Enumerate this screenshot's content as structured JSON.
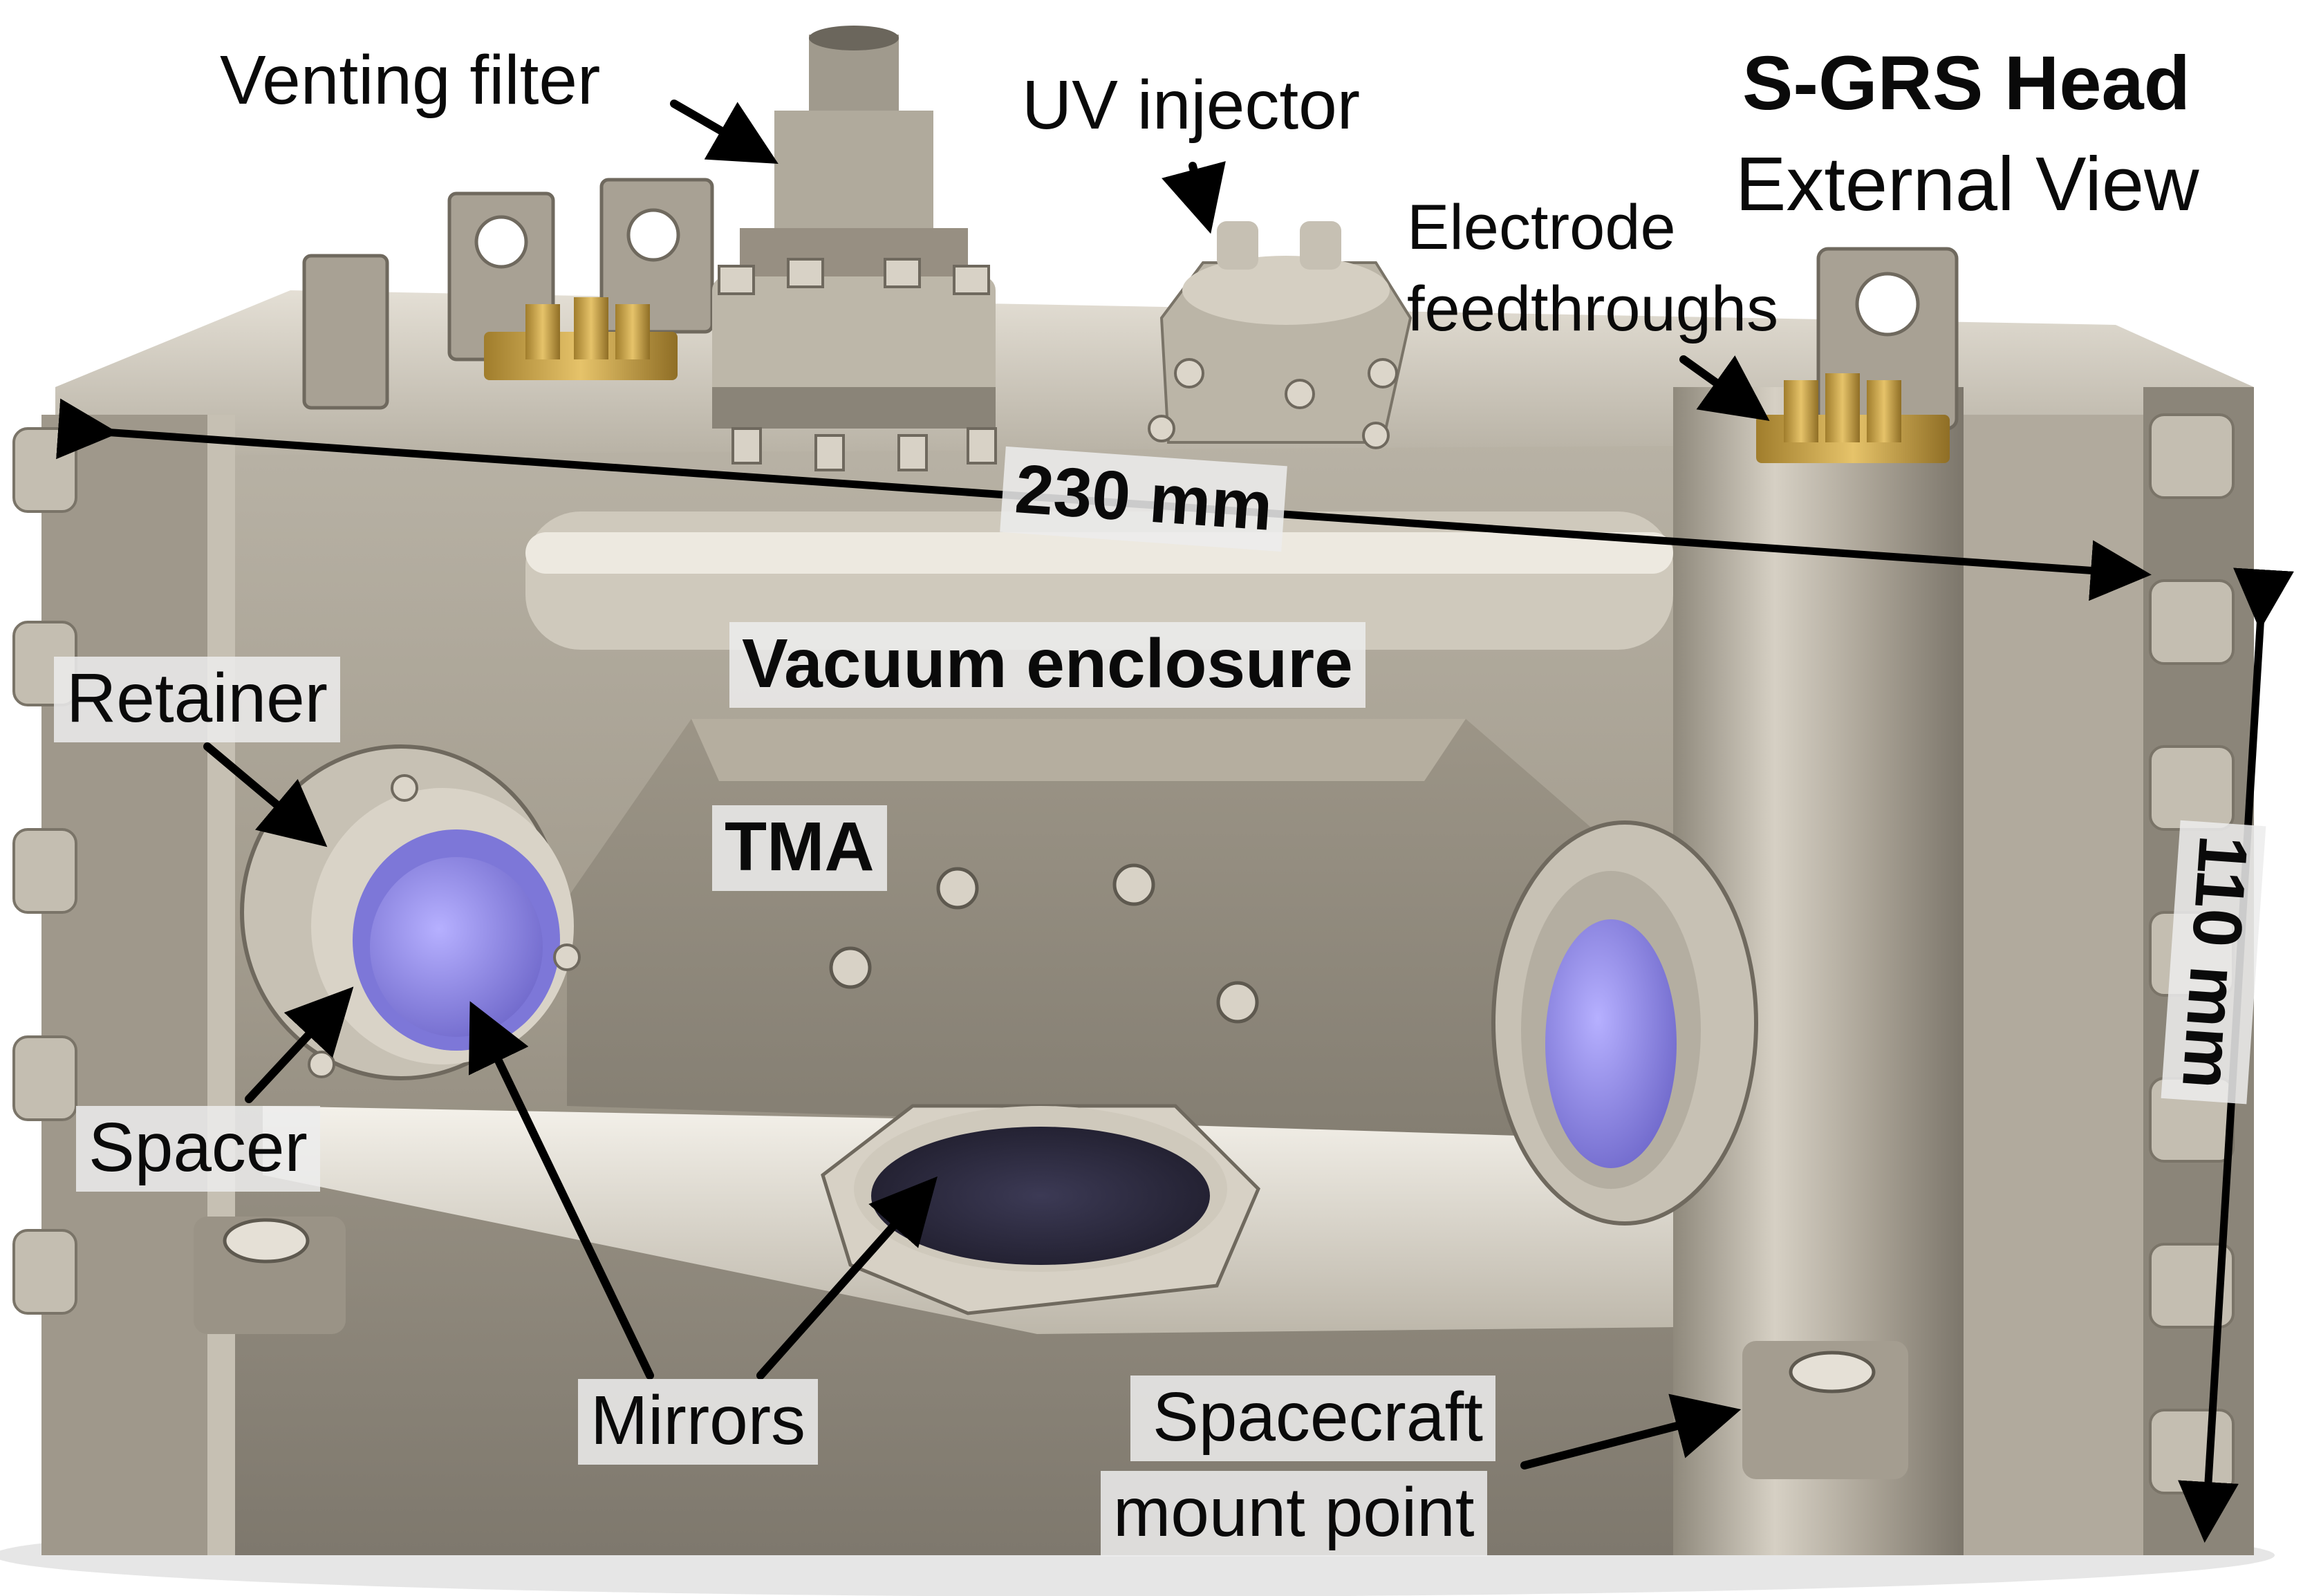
{
  "title": {
    "line1": "S-GRS Head",
    "line2": "External View"
  },
  "labels": {
    "venting_filter": "Venting filter",
    "uv_injector": "UV injector",
    "electrode_line1": "Electrode",
    "electrode_line2": "feedthroughs",
    "width_dim": "230 mm",
    "height_dim": "110 mm",
    "vacuum_enclosure": "Vacuum enclosure",
    "retainer": "Retainer",
    "tma": "TMA",
    "spacer": "Spacer",
    "mirrors": "Mirrors",
    "mount_line1": "Spacecraft",
    "mount_line2": "mount point"
  },
  "colors": {
    "metal_light": "#d8d2c6",
    "metal_mid": "#a9a294",
    "metal_dark": "#6f695e",
    "gold": "#c9a44a",
    "mirror": "#8f88e8",
    "arrow": "#000000"
  }
}
